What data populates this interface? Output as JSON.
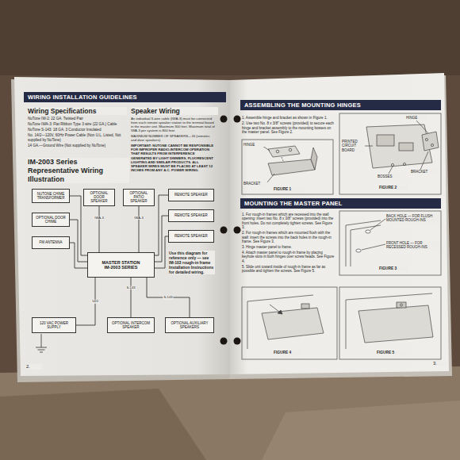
{
  "diagram": {
    "nodes": [
      {
        "text": [
          "WIRING INSTALLATION GUIDELINES"
        ]
      },
      {
        "text": [
          "NUTONE CHIME TRANSFORMER"
        ]
      },
      {
        "text": [
          "OPTIONAL DOOR SPEAKER"
        ]
      },
      {
        "text": [
          "OPTIONAL PATIO SPEAKER"
        ]
      },
      {
        "text": [
          "REMOTE SPEAKER"
        ]
      },
      {
        "text": [
          "OPTIONAL DOOR CHIME"
        ]
      },
      {
        "text": [
          "REMOTE SPEAKER"
        ]
      },
      {
        "text": [
          "FM ANTENNA"
        ]
      },
      {
        "text": [
          "REMOTE SPEAKER"
        ]
      },
      {
        "text": [
          "MASTER STATION",
          "IM-2003 SERIES"
        ]
      },
      {
        "text": [
          "120 VAC POWER SUPPLY"
        ]
      },
      {
        "text": [
          "OPTIONAL INTERCOM SPEAKER"
        ]
      },
      {
        "text": [
          "OPTIONAL AUXILIARY SPEAKERS"
        ]
      },
      {
        "text": [
          "ASSEMBLING THE MOUNTING HINGES"
        ]
      },
      {
        "text": [
          "MOUNTING THE MASTER PANEL"
        ]
      }
    ],
    "edges": [
      {
        "from": 1,
        "to": 9,
        "arrow": "none"
      },
      {
        "from": 2,
        "to": 9,
        "label": "IWA-3",
        "arrow": "none"
      },
      {
        "from": 3,
        "to": 9,
        "label": "IWA-3",
        "arrow": "none"
      },
      {
        "from": 4,
        "to": 9,
        "arrow": "none"
      },
      {
        "from": 5,
        "to": 9,
        "arrow": "none"
      },
      {
        "from": 6,
        "to": 9,
        "arrow": "none"
      },
      {
        "from": 7,
        "to": 9,
        "arrow": "none"
      },
      {
        "from": 8,
        "to": 9,
        "arrow": "none"
      },
      {
        "from": 10,
        "to": 9,
        "label": "14/2",
        "arrow": "none"
      },
      {
        "from": 9,
        "to": 11,
        "label": "S-143",
        "arrow": "none"
      },
      {
        "from": 9,
        "to": 12,
        "label": "S-143",
        "arrow": "none"
      }
    ],
    "labels": [
      "Wiring Specifications",
      "NuTone IW-2: 22 GA. Twisted Pair",
      "NuTone IWA-3: Flat Ribbon Type 3 wire (22 GA.) Cable",
      "NuTone S-143: 18 GA. 3 Conductor Insulated",
      "No. 14/2—120V, 60Hz Power Cable (Non U.L. Listed, Not supplied by NuTone)",
      "14 GA.—Ground Wire (Not supplied by NuTone)",
      "Speaker Wiring",
      "An individual 3-wire cable (IWA-3) must be connected from each remote speaker station to the terminal board in the master unit. Maximum 300 feet. Maximum total of IWA-3 per system is 800 feet.",
      "MAXIMUM NUMBER OF SPEAKERS—16 (remotes and door speakers).",
      "IMPORTANT: NUTONE CANNOT BE RESPONSIBLE FOR IMPROPER RADIO-INTERCOM OPERATION THAT RESULTS FROM INTERFERENCE GENERATED BY LIGHT DIMMERS, FLUORESCENT LIGHTING AND SIMILAR PRODUCTS. ALL SPEAKER WIRES MUST BE PLACED AT LEAST 12 INCHES FROM ANY A.C. POWER WIRING.",
      "IM-2003 Series Representative Wiring Illustration",
      "Use this diagram for reference only — see IM-103 rough-in frame Installation Instructions for detailed wiring.",
      "2.",
      "1. Assemble hinge and bracket as shown in Figure 1.",
      "2. Use two No. 8 x 3/8\" screws (provided) to secure each hinge and bracket assembly to the mounting bosses on the master panel. See Figure 2.",
      "HINGE",
      "BRACKET",
      "FIGURE 1",
      "HINGE",
      "PRINTED CIRCUIT BOARD",
      "BRACKET",
      "BOSSES",
      "FIGURE 2",
      "1. For rough-in frames which are recessed into the wall opening: insert two No. 8 x 3/8\" screws (provided) into the front holes. Do not completely tighten screws. See Figure 3.",
      "2. For rough-in frames which are mounted flush with the wall: insert the screws into the back holes in the rough-in frame. See Figure 3.",
      "3. Hinge master panel to frame.",
      "4. Attach master panel to rough-in frame by placing keyhole slots in both hinges over screw heads. See Figure 4.",
      "5. Slide unit toward inside of rough-in frame as far as possible and tighten the screws. See Figure 5.",
      "BACK HOLE — FOR FLUSH MOUNTED ROUGH-INS",
      "FRONT HOLE — FOR RECESSED ROUGH-INS",
      "FIGURE 3",
      "FIGURE 4",
      "FIGURE 5",
      "3."
    ]
  }
}
